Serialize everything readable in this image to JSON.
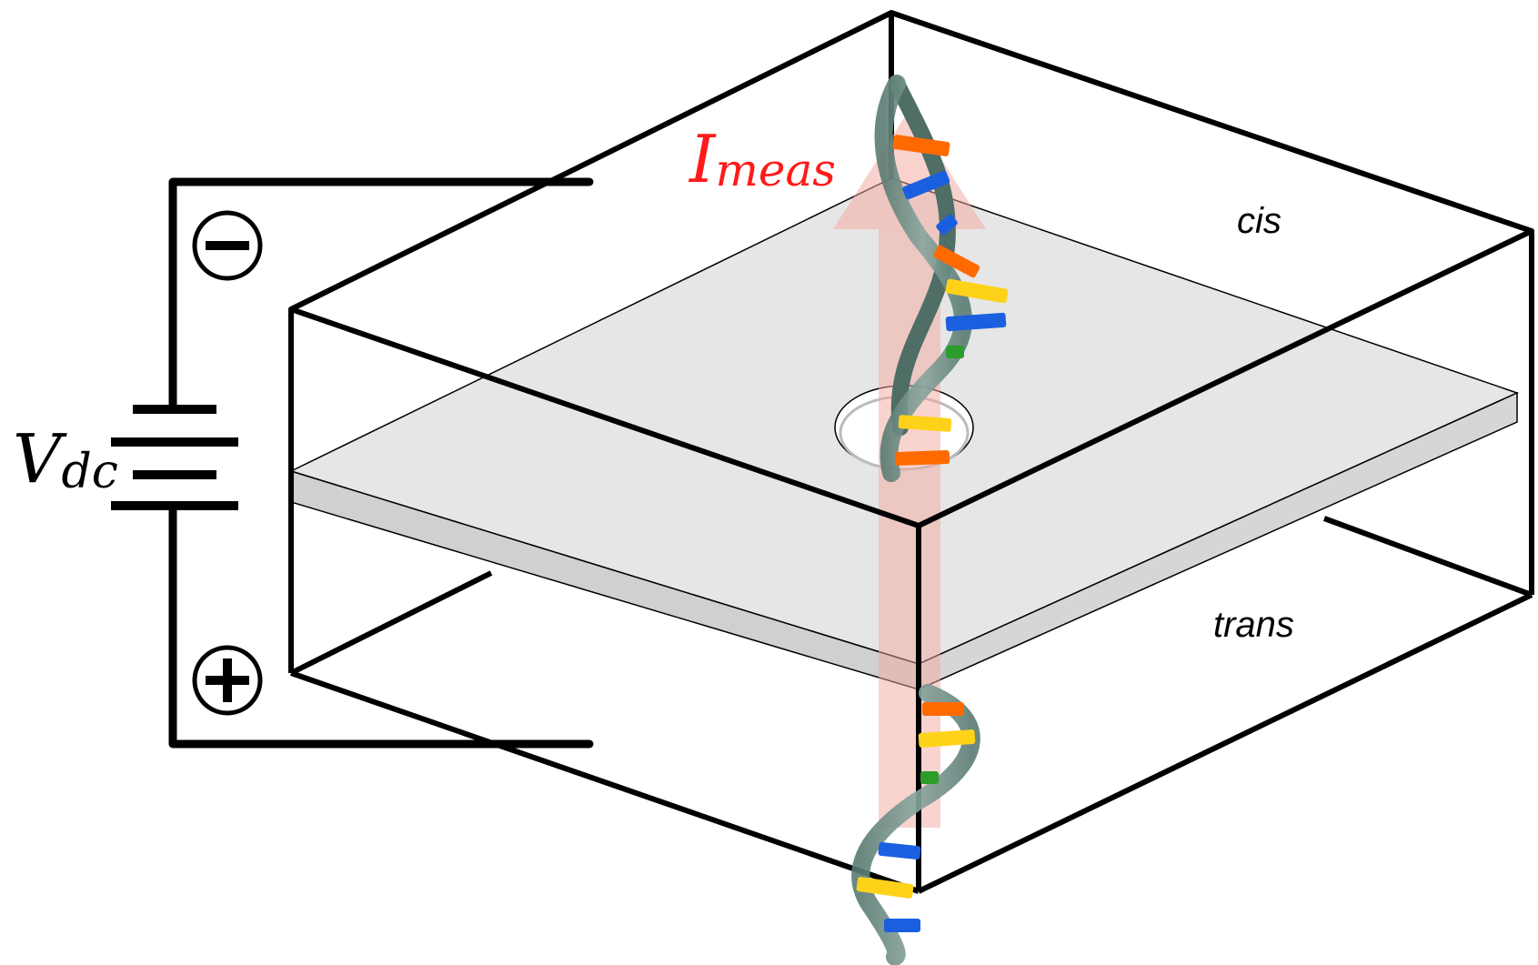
{
  "labels": {
    "current_main": "I",
    "current_sub": "meas",
    "voltage_main": "V",
    "voltage_sub": "dc",
    "cis": "cis",
    "trans": "trans"
  },
  "colors": {
    "current_label": "#ff1a1a",
    "current_arrow": "#f4a79d",
    "membrane_top": "#e6e6e6",
    "membrane_edge": "#d0d0d0",
    "dna_backbone": "#6f9088",
    "base_orange": "#ff6a00",
    "base_blue": "#1a5fe0",
    "base_yellow": "#ffd21a",
    "base_green": "#2a9d2a"
  },
  "icons": {
    "terminal_top": "minus-circle-icon",
    "terminal_bottom": "plus-circle-icon",
    "source": "battery-symbol-icon"
  }
}
